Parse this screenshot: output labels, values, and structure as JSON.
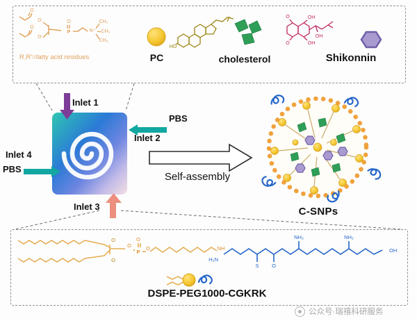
{
  "colors": {
    "pc_orange": "#DFA15B",
    "gold": "#F2C230",
    "cholesterol_olive": "#9C8412",
    "cholesterol_green": "#2F9E57",
    "shikonnin_crimson": "#C12A63",
    "shikonnin_purple": "#A99BD0",
    "inlet_teal": "#12A7A1",
    "inlet1_purple": "#7D3C98",
    "inlet3_salmon": "#EC8F7E",
    "peptide_blue": "#2667C9",
    "particle_dot_orange": "#F0A23C"
  },
  "top_panel": {
    "note": "R,R'=fatty acid residues",
    "pc_label": "PC",
    "cholesterol_label": "cholesterol",
    "shikonnin_label": "Shikonnin"
  },
  "atoms": {
    "pc": [
      "O",
      "O",
      "O",
      "O",
      "P",
      "O",
      "N⁺",
      "CH₃",
      "CH₃",
      "CH₃"
    ],
    "cholesterol": [
      "HO"
    ],
    "shikonnin": [
      "O",
      "O",
      "OH",
      "OH",
      "OH"
    ],
    "dspe": [
      "O",
      "O",
      "O",
      "P",
      "O",
      "O",
      "NH",
      "O",
      "S",
      "H₂N",
      "NH₂",
      "NH₂",
      "OH"
    ]
  },
  "mixer": {
    "inlet1": "Inlet 1",
    "inlet2": "Inlet 2",
    "inlet3": "Inlet 3",
    "inlet4": "Inlet 4",
    "pbs_top": "PBS",
    "pbs_left": "PBS"
  },
  "process": {
    "self_assembly": "Self-assembly"
  },
  "nanoparticle": {
    "label": "C-SNPs"
  },
  "bottom_panel": {
    "label": "DSPE-PEG1000-CGKRK"
  },
  "watermark": {
    "text": "公众号·瑞禧科研服务"
  }
}
